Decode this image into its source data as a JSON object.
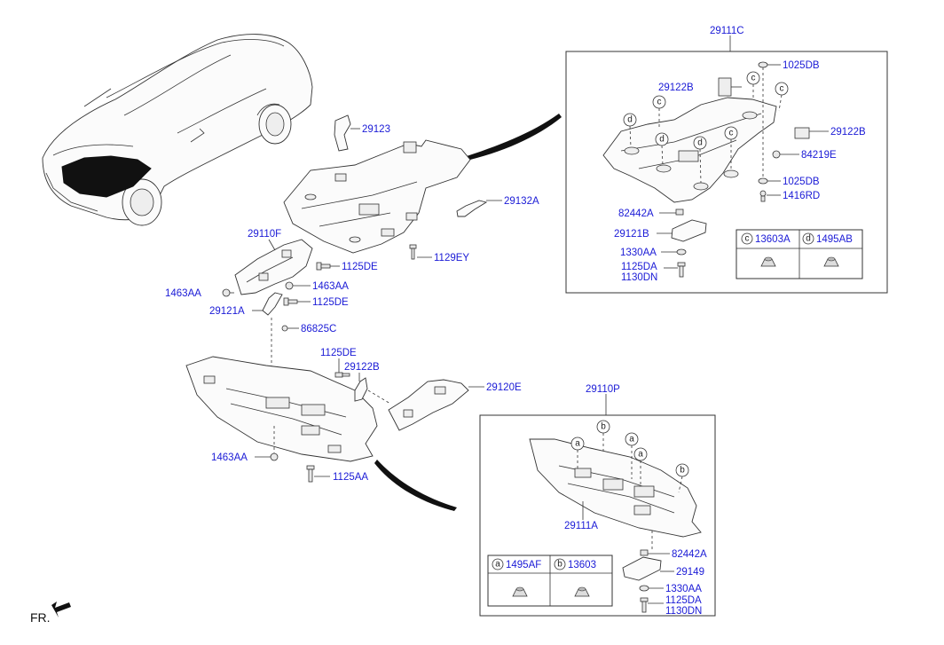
{
  "labels": {
    "p29111C": "29111C",
    "p1025DB_top": "1025DB",
    "p29122B_a": "29122B",
    "p29122B_b": "29122B",
    "p84219E": "84219E",
    "p1025DB_bot": "1025DB",
    "p1416RD": "1416RD",
    "p82442A_top": "82442A",
    "p29121B": "29121B",
    "p1330AA_top": "1330AA",
    "p1125DA_top": "1125DA",
    "p1130DN_top": "1130DN",
    "p29123": "29123",
    "p29132A": "29132A",
    "p1129EY": "1129EY",
    "p29110F": "29110F",
    "p1125DE_a": "1125DE",
    "p1463AA_a": "1463AA",
    "p1463AA_b": "1463AA",
    "p29121A": "29121A",
    "p1125DE_b": "1125DE",
    "p86825C": "86825C",
    "p1125DE_c": "1125DE",
    "p29122B_c": "29122B",
    "p29120E": "29120E",
    "p1463AA_c": "1463AA",
    "p1125AA": "1125AA",
    "p29110P": "29110P",
    "p29111A": "29111A",
    "p82442A_bot": "82442A",
    "p29149": "29149",
    "p1330AA_bot": "1330AA",
    "p1125DA_bot": "1125DA",
    "p1130DN_bot": "1130DN"
  },
  "callouts": {
    "a": "a",
    "b": "b",
    "c": "c",
    "d": "d"
  },
  "legend_top": [
    {
      "key": "c",
      "code": "13603A"
    },
    {
      "key": "d",
      "code": "1495AB"
    }
  ],
  "legend_bottom": [
    {
      "key": "a",
      "code": "1495AF"
    },
    {
      "key": "b",
      "code": "13603"
    }
  ],
  "direction": "FR."
}
